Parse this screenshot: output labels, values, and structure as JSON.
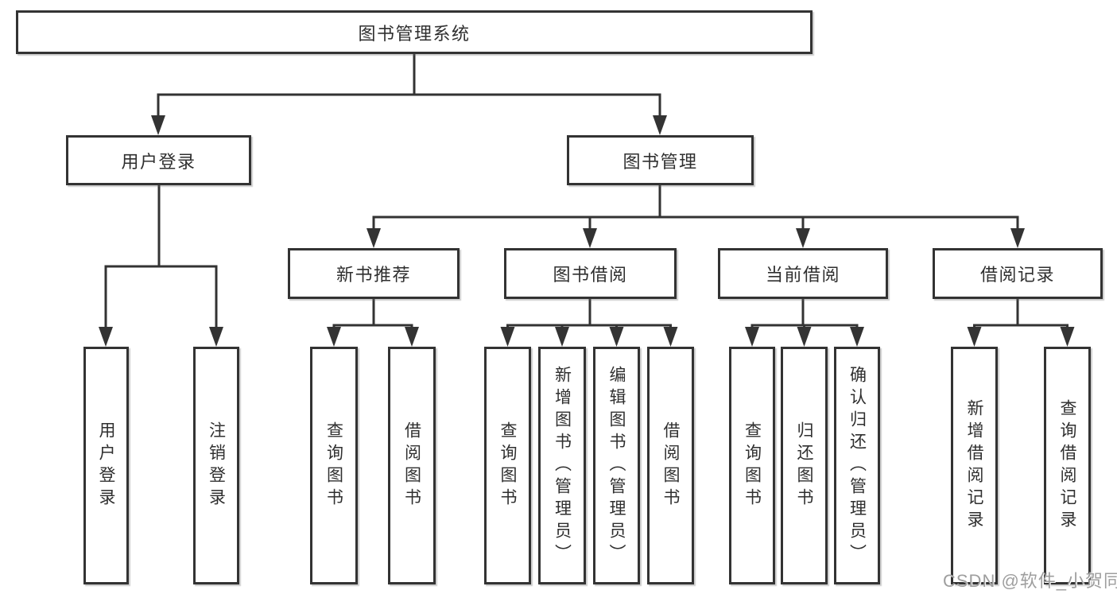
{
  "tree": {
    "label": "图书管理系统",
    "children": [
      {
        "label": "用户登录",
        "children": [
          {
            "label": "用户登录"
          },
          {
            "label": "注销登录"
          }
        ]
      },
      {
        "label": "图书管理",
        "children": [
          {
            "label": "新书推荐",
            "children": [
              {
                "label": "查询图书"
              },
              {
                "label": "借阅图书"
              }
            ]
          },
          {
            "label": "图书借阅",
            "children": [
              {
                "label": "查询图书"
              },
              {
                "label": "新增图书（管理员）"
              },
              {
                "label": "编辑图书（管理员）"
              },
              {
                "label": "借阅图书"
              }
            ]
          },
          {
            "label": "当前借阅",
            "children": [
              {
                "label": "查询图书"
              },
              {
                "label": "归还图书"
              },
              {
                "label": "确认归还（管理员）"
              }
            ]
          },
          {
            "label": "借阅记录",
            "children": [
              {
                "label": "新增借阅记录"
              },
              {
                "label": "查询借阅记录"
              }
            ]
          }
        ]
      }
    ]
  },
  "watermark": "CSDN @软件_小贺同学",
  "colors": {
    "line": "#333333",
    "box_border": "#333333",
    "text": "#2f2f2f",
    "background": "#ffffff",
    "watermark_text": "#9e9e9e"
  }
}
